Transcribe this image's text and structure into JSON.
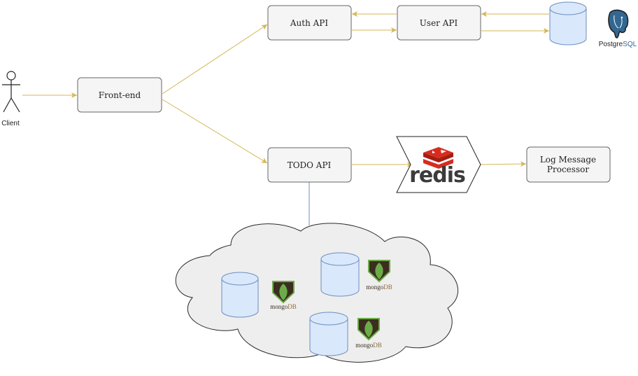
{
  "nodes": {
    "client": "Client",
    "frontend": "Front-end",
    "auth_api": "Auth API",
    "user_api": "User API",
    "todo_api": "TODO API",
    "log_processor_line1": "Log Message",
    "log_processor_line2": "Processor"
  },
  "logos": {
    "postgres_prefix": "Postgre",
    "postgres_suffix": "SQL",
    "redis": "redis",
    "mongo_prefix": "mongo",
    "mongo_suffix": "DB"
  },
  "colors": {
    "arrow": "#d6b656",
    "box_fill": "#f5f5f5",
    "box_stroke": "#666666",
    "db_fill": "#dae8fc",
    "db_stroke": "#6c8ebf",
    "cloud_fill": "#eeeeee",
    "link_line": "#6c8ebf"
  },
  "icons": [
    "actor-icon",
    "postgresql-elephant-icon",
    "redis-logo-icon",
    "mongodb-leaf-icon",
    "database-cylinder-icon",
    "cloud-shape"
  ]
}
